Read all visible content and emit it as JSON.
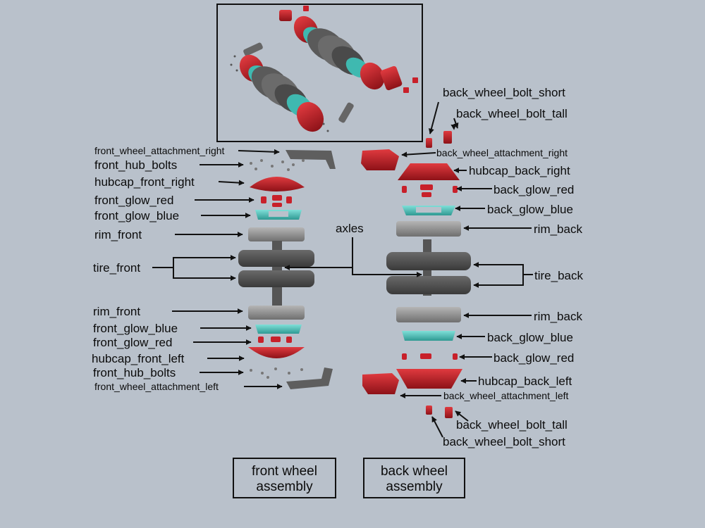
{
  "labels": {
    "front_wheel_attachment_right": "front_wheel_attachment_right",
    "front_hub_bolts_top": "front_hub_bolts",
    "hubcap_front_right": "hubcap_front_right",
    "front_glow_red_top": "front_glow_red",
    "front_glow_blue_top": "front_glow_blue",
    "rim_front_top": "rim_front",
    "tire_front": "tire_front",
    "rim_front_bottom": "rim_front",
    "front_glow_blue_bottom": "front_glow_blue",
    "front_glow_red_bottom": "front_glow_red",
    "hubcap_front_left": "hubcap_front_left",
    "front_hub_bolts_bottom": "front_hub_bolts",
    "front_wheel_attachment_left": "front_wheel_attachment_left",
    "axles": "axles",
    "back_wheel_bolt_short_top": "back_wheel_bolt_short",
    "back_wheel_bolt_tall_top": "back_wheel_bolt_tall",
    "back_wheel_attachment_right": "back_wheel_attachment_right",
    "hubcap_back_right": "hubcap_back_right",
    "back_glow_red_top": "back_glow_red",
    "back_glow_blue_top": "back_glow_blue",
    "rim_back_top": "rim_back",
    "tire_back": "tire_back",
    "rim_back_bottom": "rim_back",
    "back_glow_blue_bottom": "back_glow_blue",
    "back_glow_red_bottom": "back_glow_red",
    "hubcap_back_left": "hubcap_back_left",
    "back_wheel_attachment_left": "back_wheel_attachment_left",
    "back_wheel_bolt_tall_bottom": "back_wheel_bolt_tall",
    "back_wheel_bolt_short_bottom": "back_wheel_bolt_short"
  },
  "captions": {
    "front_line1": "front wheel",
    "front_line2": "assembly",
    "back_line1": "back wheel",
    "back_line2": "assembly"
  },
  "colors": {
    "background": "#b9c1cb",
    "part_red": "#c8202a",
    "part_teal": "#3fb9b0",
    "part_gray": "#8f8f8f",
    "tire_dark": "#4c4c4c",
    "arrow": "#111111"
  }
}
